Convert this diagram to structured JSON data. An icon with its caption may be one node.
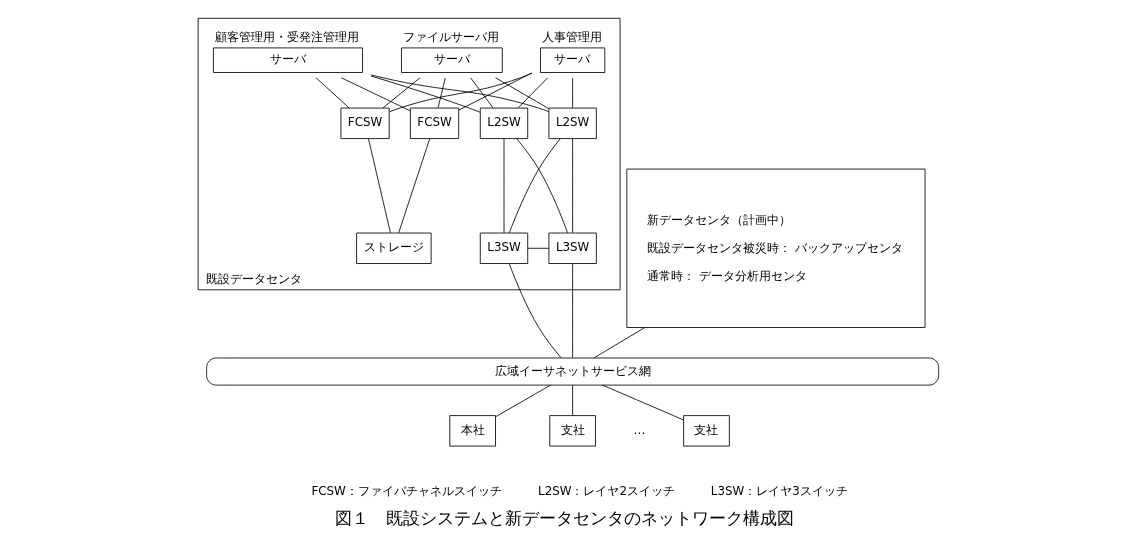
{
  "diagram": {
    "caption": "図１　既設システムと新データセンタのネットワーク構成図",
    "nodes": [
      {
        "text": [
          "既設データセンタ"
        ]
      },
      {
        "text": [
          "顧客管理用・受発注管理用",
          "サーバ"
        ],
        "in": 0
      },
      {
        "text": [
          "人事管理用",
          "サーバ"
        ],
        "in": 0
      },
      {
        "text": [
          "ファイルサーバ用",
          "サーバ"
        ],
        "in": 0
      },
      {
        "text": [
          "FCSW"
        ],
        "in": 0
      },
      {
        "text": [
          "FCSW"
        ],
        "in": 0
      },
      {
        "text": [
          "L2SW"
        ],
        "in": 0
      },
      {
        "text": [
          "L2SW"
        ],
        "in": 0
      },
      {
        "text": [
          "ストレージ"
        ],
        "in": 0
      },
      {
        "text": [
          "L3SW"
        ],
        "in": 0
      },
      {
        "text": [
          "L3SW"
        ],
        "in": 0
      },
      {
        "text": [
          "新データセンタ（計画中）",
          "既設データセンタ被災時： バックアップセンタ",
          "通常時： データ分析用センタ"
        ]
      },
      {
        "text": [
          "広域イーサネットサービス網"
        ]
      },
      {
        "text": [
          "本社"
        ]
      },
      {
        "text": [
          "支社"
        ]
      },
      {
        "text": [
          "支社"
        ]
      }
    ],
    "edges": [
      {
        "from": 1,
        "to": 4,
        "arrow": "none"
      },
      {
        "from": 1,
        "to": 5,
        "arrow": "none"
      },
      {
        "from": 1,
        "to": 6,
        "arrow": "none"
      },
      {
        "from": 1,
        "to": 7,
        "arrow": "none"
      },
      {
        "from": 2,
        "to": 4,
        "arrow": "none"
      },
      {
        "from": 2,
        "to": 5,
        "arrow": "none"
      },
      {
        "from": 2,
        "to": 6,
        "arrow": "none"
      },
      {
        "from": 2,
        "to": 7,
        "arrow": "none"
      },
      {
        "from": 3,
        "to": 4,
        "arrow": "none"
      },
      {
        "from": 3,
        "to": 5,
        "arrow": "none"
      },
      {
        "from": 3,
        "to": 6,
        "arrow": "none"
      },
      {
        "from": 3,
        "to": 7,
        "arrow": "none"
      },
      {
        "from": 4,
        "to": 8,
        "arrow": "none"
      },
      {
        "from": 5,
        "to": 8,
        "arrow": "none"
      },
      {
        "from": 6,
        "to": 9,
        "arrow": "none"
      },
      {
        "from": 6,
        "to": 10,
        "arrow": "none"
      },
      {
        "from": 7,
        "to": 9,
        "arrow": "none"
      },
      {
        "from": 7,
        "to": 10,
        "arrow": "none"
      },
      {
        "from": 9,
        "to": 10,
        "arrow": "none"
      },
      {
        "from": 9,
        "to": 12,
        "arrow": "none"
      },
      {
        "from": 10,
        "to": 12,
        "arrow": "none"
      },
      {
        "from": 11,
        "to": 12,
        "arrow": "none"
      },
      {
        "from": 12,
        "to": 13,
        "arrow": "none"
      },
      {
        "from": 12,
        "to": 14,
        "arrow": "none"
      },
      {
        "from": 12,
        "to": 15,
        "arrow": "none"
      }
    ],
    "labels": [
      "…",
      "FCSW：ファイバチャネルスイッチ",
      "L2SW：レイヤ2スイッチ",
      "L3SW：レイヤ3スイッチ"
    ]
  }
}
